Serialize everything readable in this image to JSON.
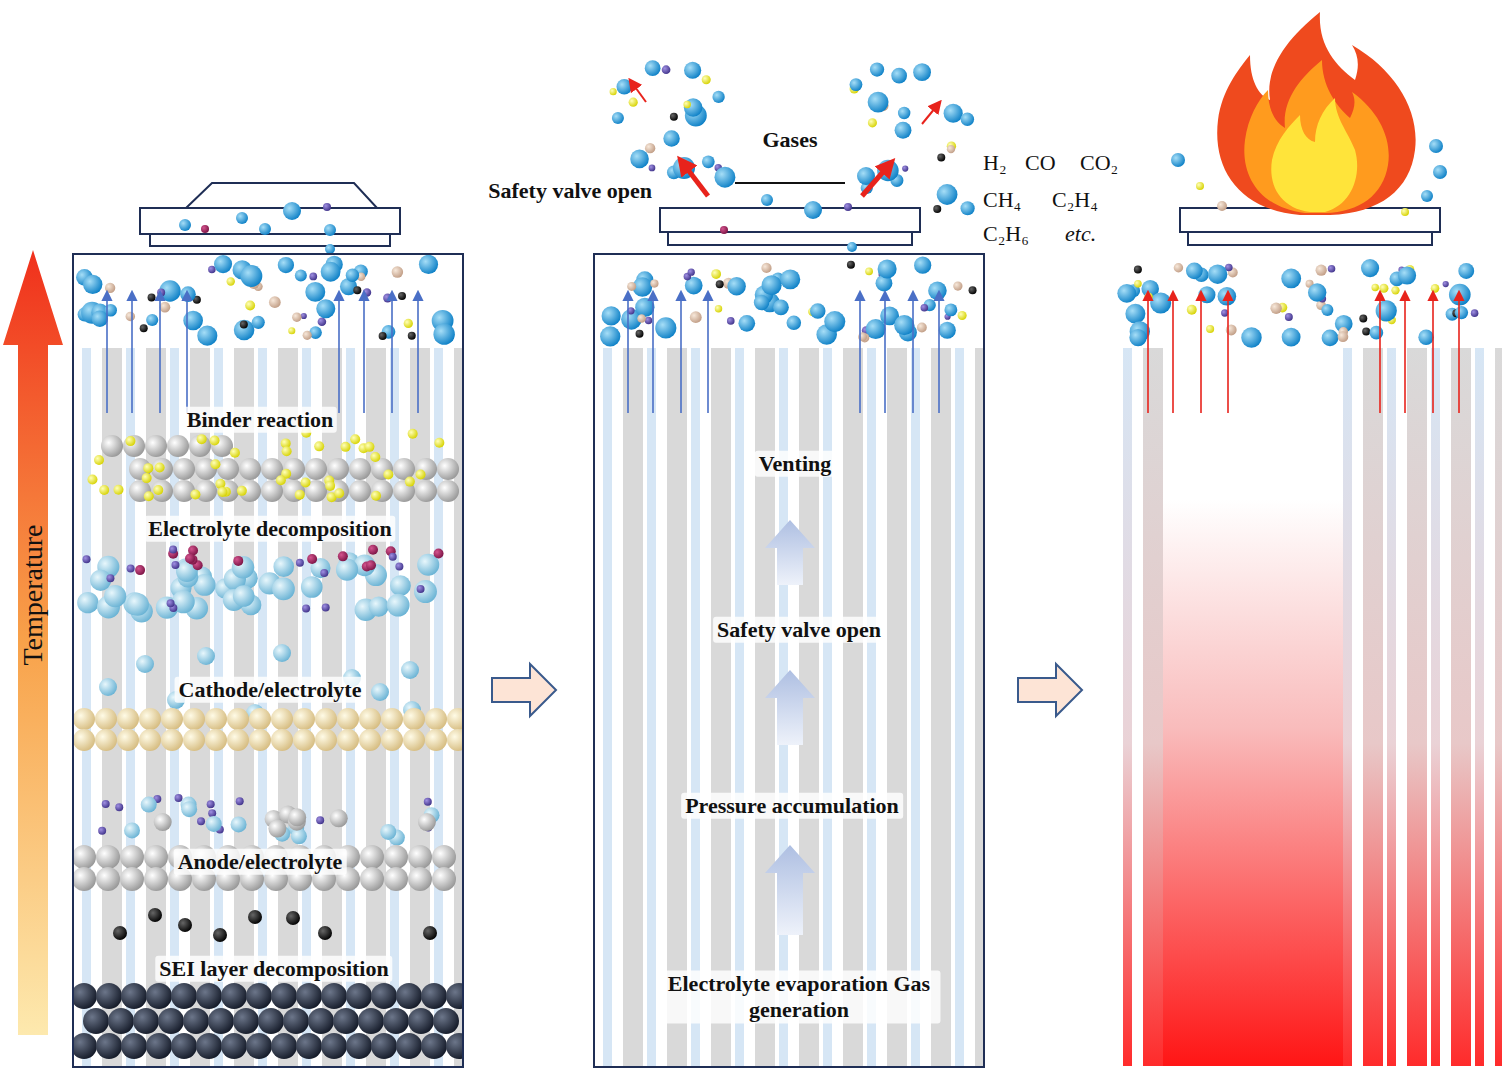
{
  "diagram": {
    "nodes": [
      {
        "text": [
          "Binder reaction",
          "Electrolyte decomposition",
          "Cathode/electrolyte",
          "Anode/electrolyte",
          "SEI layer decomposition"
        ]
      },
      {
        "text": [
          "Venting",
          "Safety valve open",
          "Pressure accumulation",
          "Electrolyte evaporation Gas generation"
        ]
      }
    ],
    "edges": [
      {
        "from": 0,
        "to": 1,
        "arrow": "to"
      }
    ],
    "labels": [
      "Temperature",
      "Safety valve open",
      "Gases",
      "H₂",
      "CO",
      "CO₂",
      "CH₄",
      "C₂H₄",
      "C₂H₆",
      "etc."
    ]
  }
}
